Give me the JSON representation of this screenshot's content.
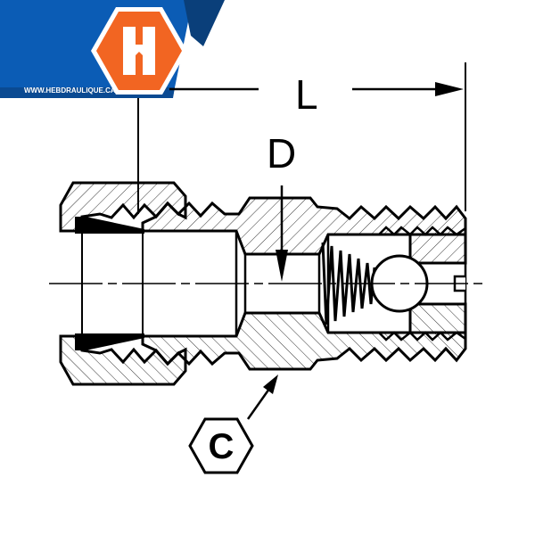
{
  "logo": {
    "letter": "H",
    "url_text": "WWW.HEBDRAULIQUE.CA",
    "colors": {
      "blue": "#0b5cb5",
      "dark_blue": "#0a3f7a",
      "orange": "#f26522"
    }
  },
  "drawing": {
    "dimension_length_label": "L",
    "dimension_diameter_label": "D",
    "hex_label": "C"
  }
}
